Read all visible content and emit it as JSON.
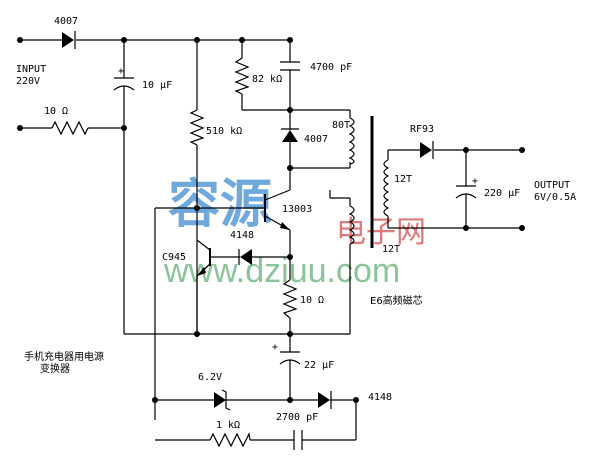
{
  "labels": {
    "diode_in": "4007",
    "input": "INPUT",
    "input_v": "220V",
    "cap_10u": "10 μF",
    "res_10_in": "10 Ω",
    "res_82k": "82 kΩ",
    "cap_4700p": "4700 pF",
    "res_510k": "510 kΩ",
    "diode_4007": "4007",
    "t_80t": "80T",
    "rf93": "RF93",
    "t_12t_a": "12T",
    "cap_220u": "220 μF",
    "output": "OUTPUT",
    "output_v": "6V/0.5A",
    "q_13003": "13003",
    "diode_4148_a": "4148",
    "q_c945": "C945",
    "t_12t_b": "12T",
    "res_10_emit": "10 Ω",
    "core": "E6高频磁芯",
    "title_l1": "手机充电器用电源",
    "title_l2": "变换器",
    "cap_22u": "22 μF",
    "zener": "6.2V",
    "diode_4148_b": "4148",
    "res_1k": "1 kΩ",
    "cap_2700p": "2700 pF"
  },
  "watermark": {
    "brand_cn": "容源",
    "brand_cn2": "电子网",
    "url": "www.dziuu.com"
  }
}
